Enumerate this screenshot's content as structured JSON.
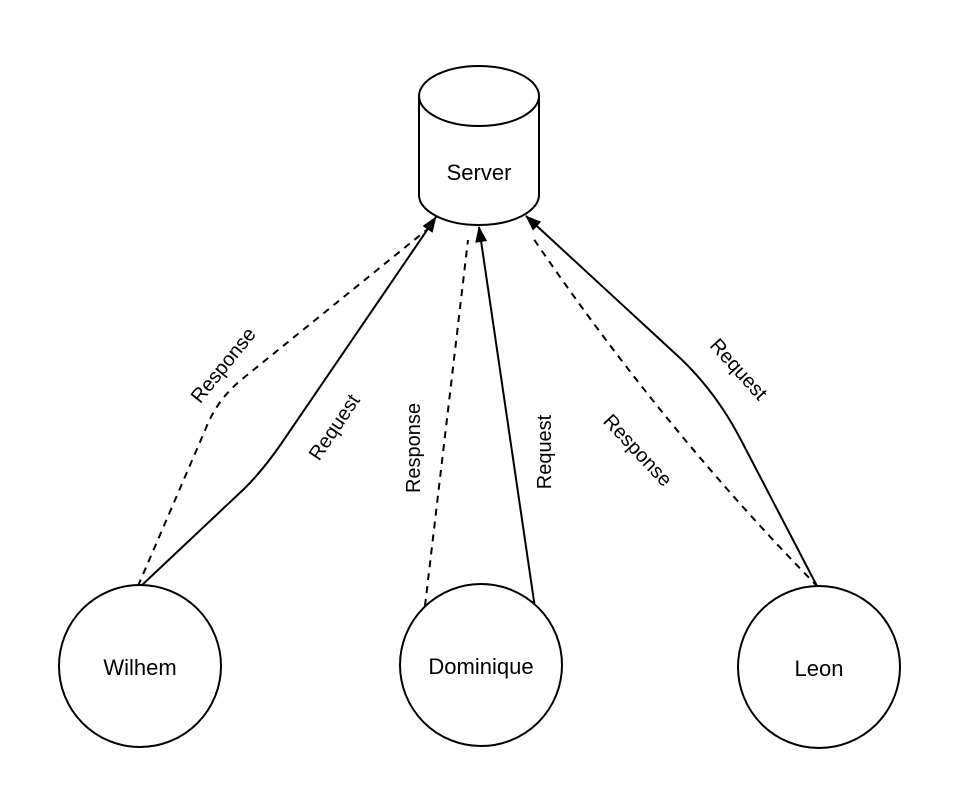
{
  "page": {
    "background_color": "#ffffff",
    "stroke_color": "#000000",
    "node_fill_color": "#ffffff"
  },
  "diagram": {
    "type": "client-server-network",
    "nodes": {
      "server": {
        "label": "Server",
        "shape": "cylinder"
      },
      "wilhem": {
        "label": "Wilhem",
        "shape": "circle"
      },
      "dominique": {
        "label": "Dominique",
        "shape": "circle"
      },
      "leon": {
        "label": "Leon",
        "shape": "circle"
      }
    },
    "edges": {
      "wilhem_request": {
        "label": "Request",
        "from": "Wilhem",
        "to": "Server",
        "line_style": "solid",
        "arrowhead_at_server": true
      },
      "wilhem_response": {
        "label": "Response",
        "from": "Wilhem",
        "to": "Server",
        "line_style": "dashed",
        "arrowhead_at_server": false
      },
      "dominique_request": {
        "label": "Request",
        "from": "Dominique",
        "to": "Server",
        "line_style": "solid",
        "arrowhead_at_server": true
      },
      "dominique_response": {
        "label": "Response",
        "from": "Dominique",
        "to": "Server",
        "line_style": "dashed",
        "arrowhead_at_server": false
      },
      "leon_request": {
        "label": "Request",
        "from": "Leon",
        "to": "Server",
        "line_style": "solid",
        "arrowhead_at_server": true
      },
      "leon_response": {
        "label": "Response",
        "from": "Leon",
        "to": "Server",
        "line_style": "dashed",
        "arrowhead_at_server": false
      }
    }
  }
}
